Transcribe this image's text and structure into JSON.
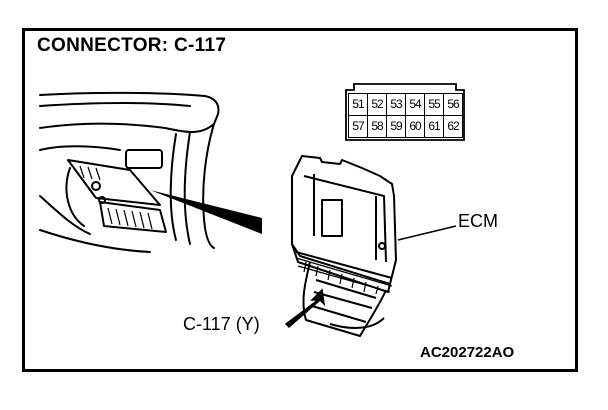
{
  "title": "CONNECTOR: C-117",
  "labels": {
    "ecm": "ECM",
    "connector": "C-117 (Y)",
    "figure_id": "AC202722AO"
  },
  "connector_face": {
    "rows": [
      [
        "51",
        "52",
        "53",
        "54",
        "55",
        "56"
      ],
      [
        "57",
        "58",
        "59",
        "60",
        "61",
        "62"
      ]
    ]
  }
}
